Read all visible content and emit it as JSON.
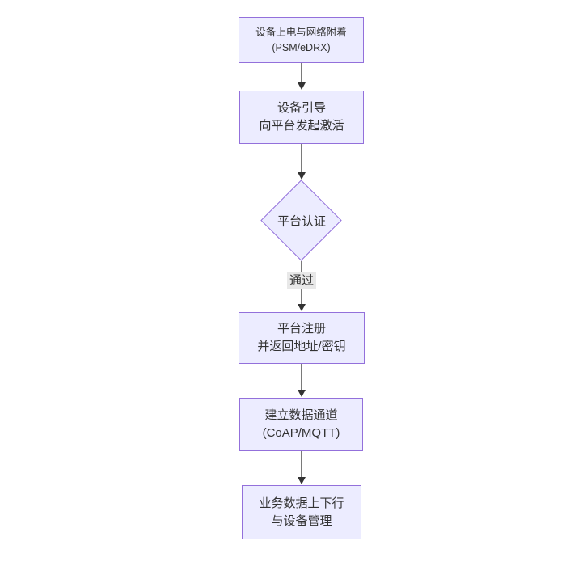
{
  "diagram": {
    "type": "flowchart",
    "direction": "top-down",
    "nodes": [
      {
        "id": "power-attach",
        "shape": "rect",
        "lines": [
          "设备上电与网络附着",
          "(PSM/eDRX)"
        ]
      },
      {
        "id": "bootstrap",
        "shape": "rect",
        "lines": [
          "设备引导",
          "向平台发起激活"
        ]
      },
      {
        "id": "platform-auth",
        "shape": "diamond",
        "lines": [
          "平台认证"
        ]
      },
      {
        "id": "register",
        "shape": "rect",
        "lines": [
          "平台注册",
          "并返回地址/密钥"
        ]
      },
      {
        "id": "data-channel",
        "shape": "rect",
        "lines": [
          "建立数据通道",
          "(CoAP/MQTT)"
        ]
      },
      {
        "id": "business",
        "shape": "rect",
        "lines": [
          "业务数据上下行",
          "与设备管理"
        ]
      }
    ],
    "edges": [
      {
        "from": "power-attach",
        "to": "bootstrap",
        "label": ""
      },
      {
        "from": "bootstrap",
        "to": "platform-auth",
        "label": ""
      },
      {
        "from": "platform-auth",
        "to": "register",
        "label": "通过"
      },
      {
        "from": "register",
        "to": "data-channel",
        "label": ""
      },
      {
        "from": "data-channel",
        "to": "business",
        "label": ""
      }
    ],
    "colors": {
      "background": "#ffffff",
      "node_fill": "#ECECFF",
      "node_border": "#9370DB",
      "text": "#333333",
      "edge": "#333333",
      "edge_label_bg": "#e8e8e8"
    }
  }
}
